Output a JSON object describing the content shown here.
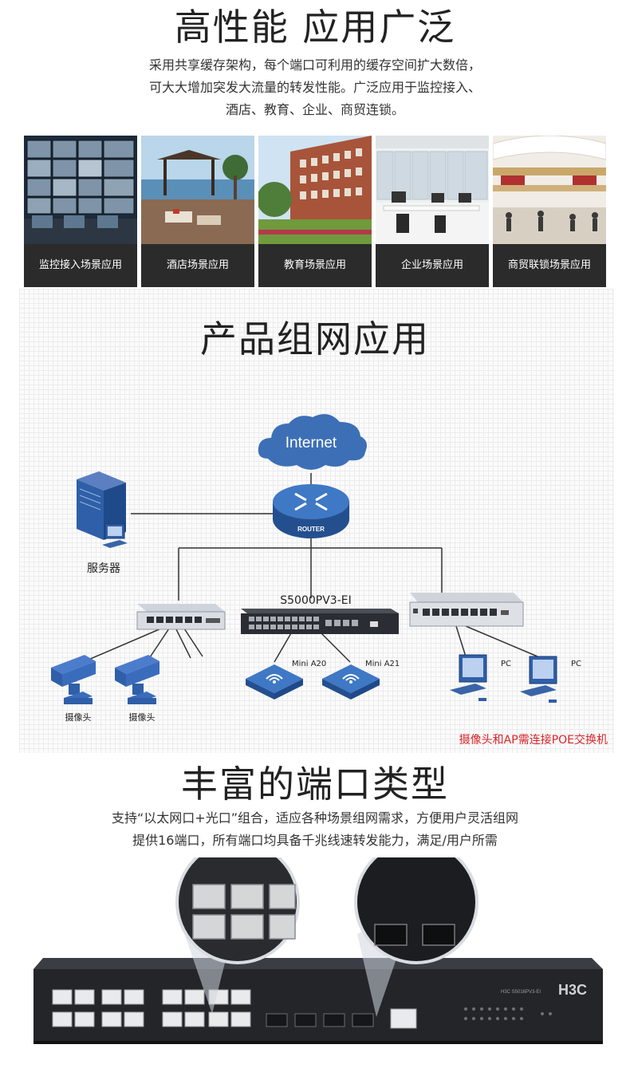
{
  "section1": {
    "title": "高性能 应用广泛",
    "desc_lines": [
      "采用共享缓存架构，每个端口可利用的缓存空间扩大数倍，",
      "可大大增加突发大流量的转发性能。广泛应用于监控接入、",
      "酒店、教育、企业、商贸连锁。"
    ],
    "scenes": [
      {
        "label": "监控接入场景应用"
      },
      {
        "label": "酒店场景应用"
      },
      {
        "label": "教育场景应用"
      },
      {
        "label": "企业场景应用"
      },
      {
        "label": "商贸联锁场景应用"
      }
    ]
  },
  "section2": {
    "title": "产品组网应用",
    "internet": "Internet",
    "router": "ROUTER",
    "server": "服务器",
    "switch_model": "S5000PV3-EI",
    "ap1": "Mini A20",
    "ap2": "Mini A21",
    "pc": "PC",
    "camera": "摄像头",
    "note": "摄像头和AP需连接POE交换机"
  },
  "section3": {
    "title": "丰富的端口类型",
    "desc_lines": [
      "支持“以太网口+光口”组合，适应各种场景组网需求，方便用户灵活组网",
      "提供16端口，所有端口均具备千兆线速转发能力，满足/用户所需"
    ],
    "brand": "H3C",
    "model_small": "H3C S5016PV3-EI"
  },
  "colors": {
    "caption_bg": "#2b2b2b",
    "note_red": "#d9262b",
    "cloud_blue": "#3d6fb6",
    "device_blue": "#2f5fa8",
    "switch_dark": "#2a2d33"
  }
}
